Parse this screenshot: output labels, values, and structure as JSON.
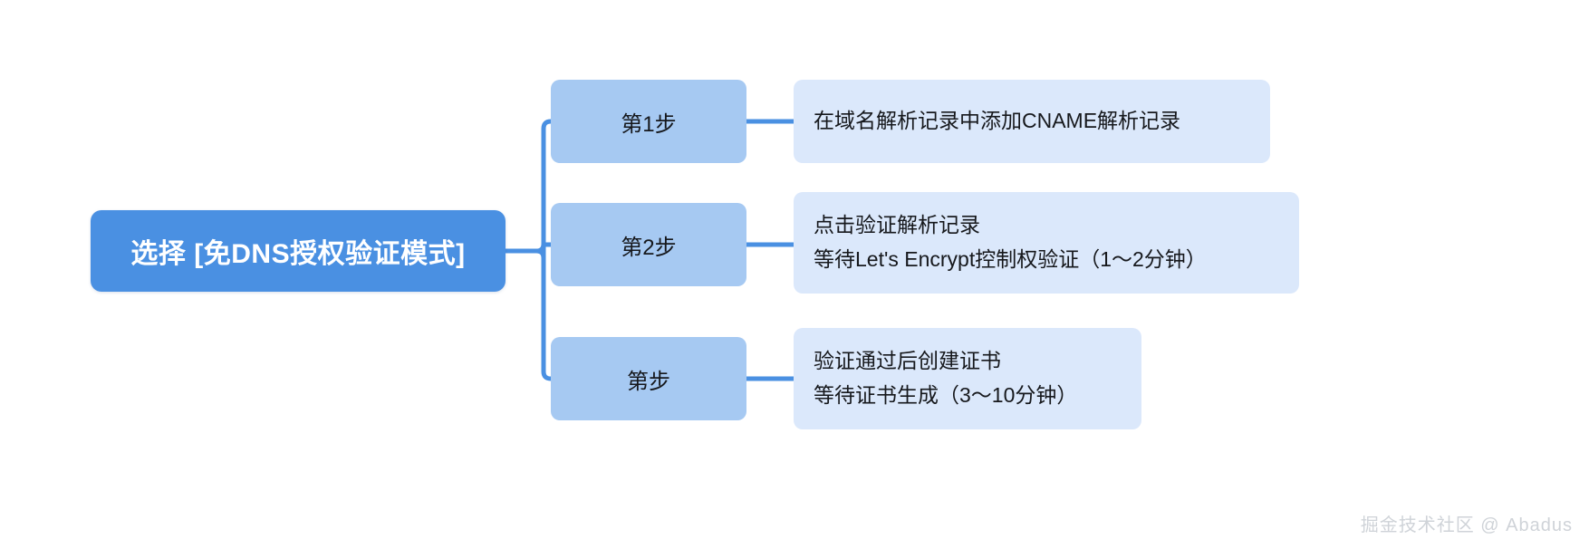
{
  "diagram": {
    "type": "mindmap",
    "orientation": "left-to-right",
    "background_color": "#ffffff",
    "connector_color": "#4a90e2",
    "root": {
      "label": "选择 [免DNS授权验证模式]",
      "fill_color": "#4a90e2",
      "text_color": "#ffffff"
    },
    "steps": [
      {
        "label": "第1步",
        "fill_color": "#a6c9f2",
        "text_color": "#16181c",
        "detail": {
          "label": "在域名解析记录中添加CNAME解析记录",
          "fill_color": "#dbe8fb",
          "text_color": "#16181c"
        }
      },
      {
        "label": "第2步",
        "fill_color": "#a6c9f2",
        "text_color": "#16181c",
        "detail": {
          "label": "点击验证解析记录\n等待Let's Encrypt控制权验证（1～2分钟）",
          "fill_color": "#dbe8fb",
          "text_color": "#16181c"
        }
      },
      {
        "label": "第步",
        "fill_color": "#a6c9f2",
        "text_color": "#16181c",
        "detail": {
          "label": "验证通过后创建证书\n等待证书生成（3～10分钟）",
          "fill_color": "#dbe8fb",
          "text_color": "#16181c"
        }
      }
    ]
  },
  "watermark": {
    "text": "掘金技术社区 @ Abadus",
    "color": "#cfd3d8"
  }
}
